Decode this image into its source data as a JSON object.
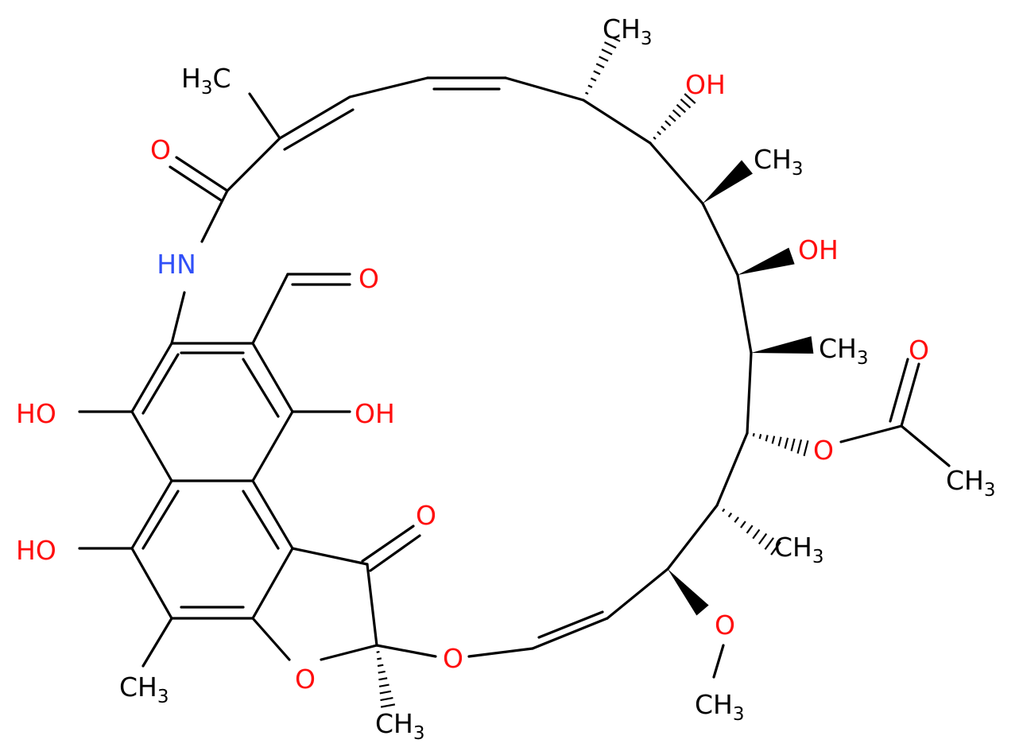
{
  "structure": {
    "colors": {
      "bond": "#000000",
      "oxygen": "#ff0d0d",
      "nitrogen": "#3050f8",
      "carbon_label": "#000000"
    },
    "labels": {
      "ch3_top": "CH3",
      "h3c_left": "H3C",
      "o_amide": "O",
      "hn": "HN",
      "o_aldehyde": "O",
      "oh_c21": "OH",
      "ch3_c20": "CH3",
      "oh_c23": "OH",
      "ch3_c22": "CH3",
      "o_acetyl_carbonyl": "O",
      "o_ester": "O",
      "ch3_acetyl": "CH3",
      "oh_left_upper": "HO",
      "oh_center": "OH",
      "ch3_c26": "CH3",
      "o_ketone": "O",
      "oh_left_lower": "HO",
      "o_methoxy": "O",
      "ch3_methoxy": "CH3",
      "o_bridge": "O",
      "o_furan": "O",
      "ch3_aromatic": "CH3",
      "ch3_spiro": "CH3"
    }
  }
}
